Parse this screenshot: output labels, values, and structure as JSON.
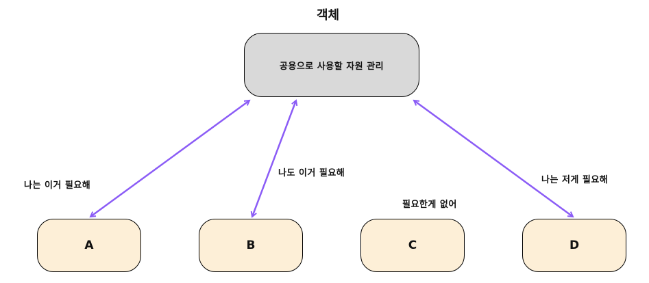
{
  "object_title": "객체",
  "resource_box": {
    "text": "공용으로 사용할 자원 관리",
    "fill": "#d9d9d9"
  },
  "nodes": [
    {
      "id": "A",
      "label": "A",
      "comment": "나는 이거 필요해",
      "connected": true
    },
    {
      "id": "B",
      "label": "B",
      "comment": "나도 이거 필요해",
      "connected": true
    },
    {
      "id": "C",
      "label": "C",
      "comment": "필요한게 없어",
      "connected": false
    },
    {
      "id": "D",
      "label": "D",
      "comment": "나는 저게 필요해",
      "connected": true
    }
  ],
  "colors": {
    "arrow": "#8b5cf6",
    "node_fill": "#fdefd7",
    "border": "#000000"
  }
}
